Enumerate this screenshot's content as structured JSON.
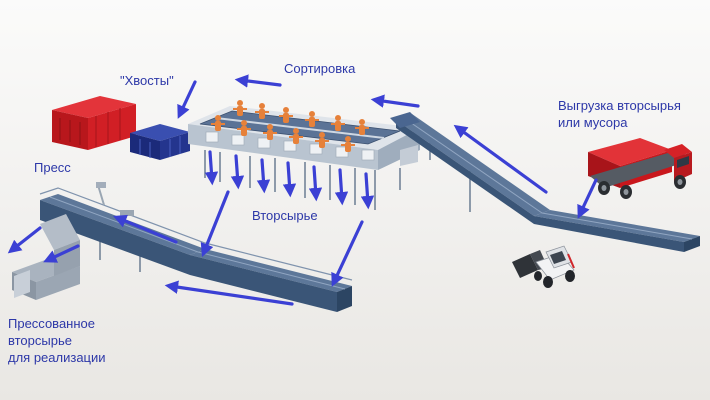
{
  "labels": {
    "sorting": "Сортировка",
    "tails": "\"Хвосты\"",
    "unloading_line1": "Выгрузка вторсырья",
    "unloading_line2": "или мусора",
    "press": "Пресс",
    "recyclables": "Вторсырье",
    "pressed_line1": "Прессованное",
    "pressed_line2": "вторсырье",
    "pressed_line3": "для реализации"
  },
  "colors": {
    "arrow": "#3b40d4",
    "conveyor": "#3c5f86",
    "conveyor_top": "#556f97",
    "container_red": "#d01e23",
    "bin_blue": "#1f2f8a",
    "truck_red": "#c9171c",
    "worker": "#e6813a",
    "label_text": "#2d38a8"
  },
  "icons": {
    "truck": "dump-truck-icon",
    "loader": "skid-steer-loader-icon",
    "container": "waste-container-icon",
    "press": "baling-press-icon"
  }
}
